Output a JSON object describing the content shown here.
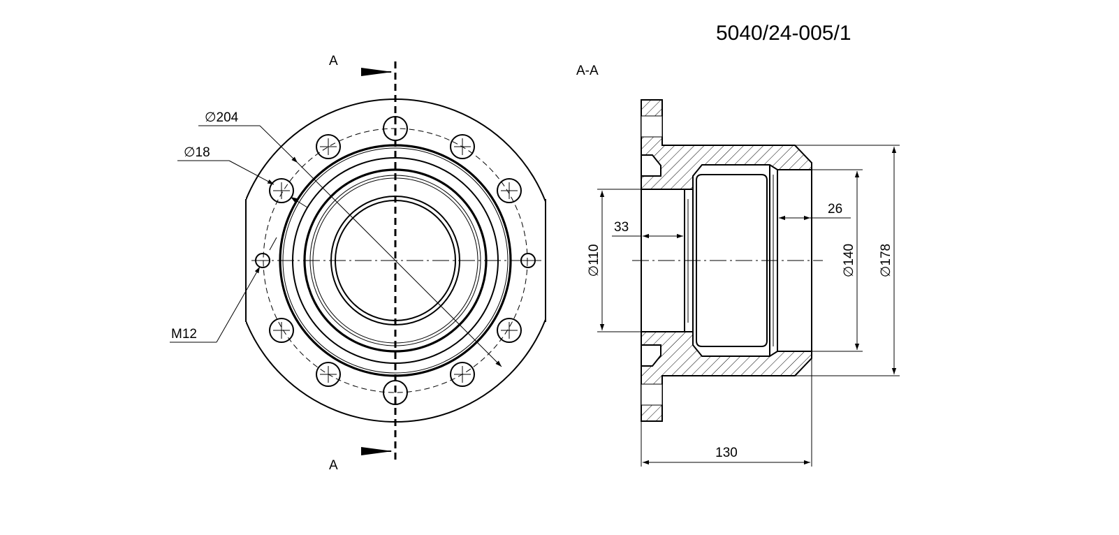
{
  "drawing": {
    "number": "5040/24-005/1",
    "section_marker": "A",
    "section_title": "A-A"
  },
  "front_view": {
    "dim_pitch_diameter": "∅204",
    "dim_hole_diameter": "∅18",
    "dim_thread": "M12"
  },
  "section_view": {
    "dim_bore_diameter": "∅110",
    "dim_bore_depth": "33",
    "dim_recess_depth": "26",
    "dim_recess_diameter": "∅140",
    "dim_outer_diameter": "∅178",
    "dim_length": "130"
  }
}
